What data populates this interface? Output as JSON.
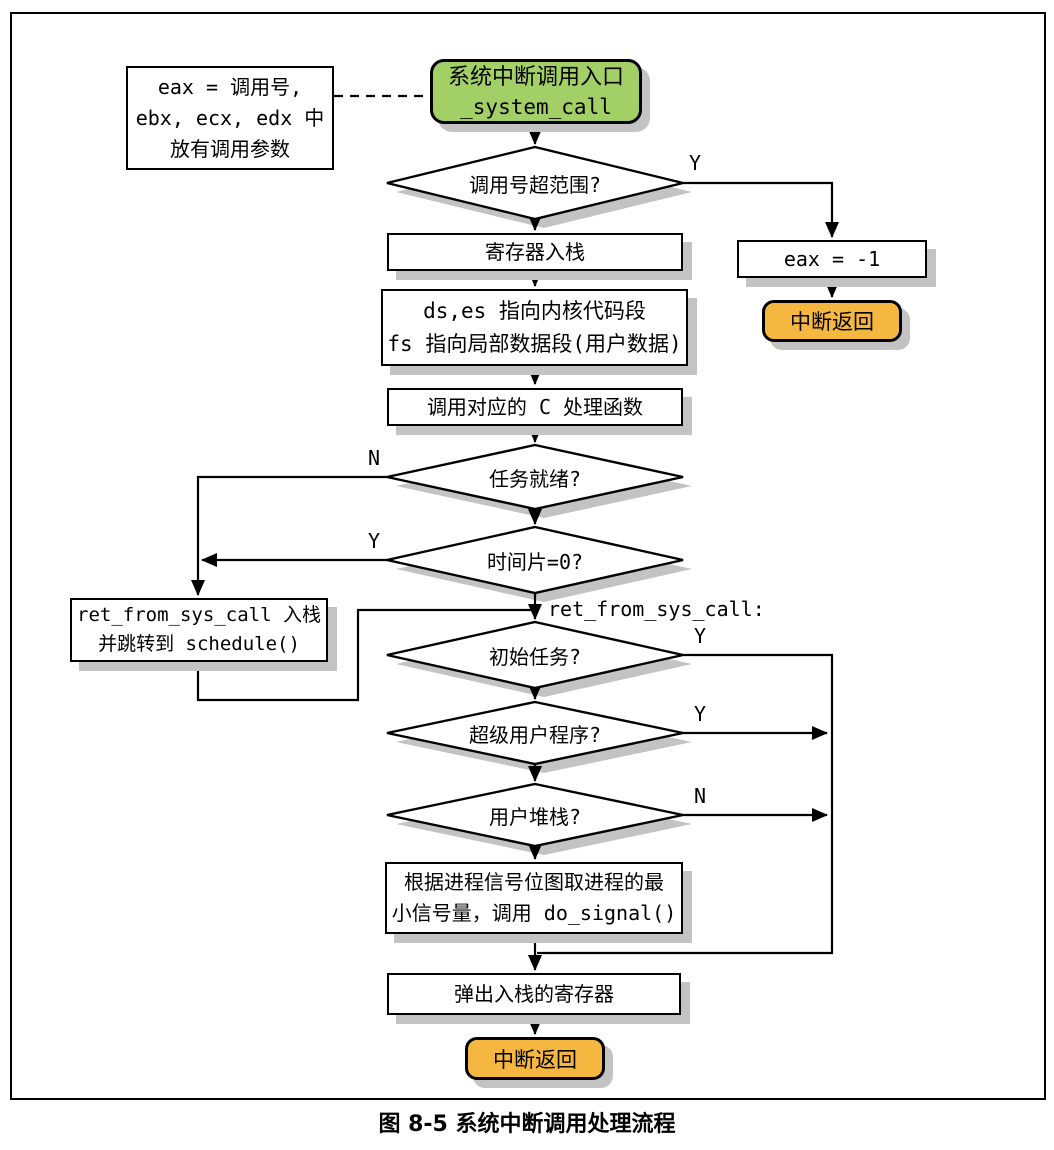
{
  "figure": {
    "caption": "图 8-5 系统中断调用处理流程"
  },
  "colors": {
    "green": "#a2d066",
    "orange": "#f5b73f",
    "shadow": "#c3c3c3"
  },
  "nodes": {
    "note": {
      "line1": "eax = 调用号,",
      "line2": "ebx, ecx, edx 中",
      "line3": "放有调用参数"
    },
    "entry": {
      "line1": "系统中断调用入口",
      "line2": "_system_call"
    },
    "decision_range": {
      "label": "调用号超范围?"
    },
    "push_regs": {
      "label": "寄存器入栈"
    },
    "segments": {
      "line1": "ds,es 指向内核代码段",
      "line2": "fs 指向局部数据段(用户数据)"
    },
    "call_c": {
      "label": "调用对应的 C 处理函数"
    },
    "decision_ready": {
      "label": "任务就绪?"
    },
    "decision_timeslice": {
      "label": "时间片=0?"
    },
    "schedule": {
      "line1": "ret_from_sys_call 入栈",
      "line2": "并跳转到 schedule()"
    },
    "decision_init_task": {
      "label": "初始任务?"
    },
    "decision_superuser": {
      "label": "超级用户程序?"
    },
    "decision_user_stack": {
      "label": "用户堆栈?"
    },
    "do_signal": {
      "line1": "根据进程信号位图取进程的最",
      "line2": "小信号量，调用 do_signal()"
    },
    "pop_regs": {
      "label": "弹出入栈的寄存器"
    },
    "eax_neg1": {
      "label": "eax = -1"
    },
    "iret_right": {
      "label": "中断返回"
    },
    "iret_bottom": {
      "label": "中断返回"
    }
  },
  "edge_labels": {
    "range_yes": "Y",
    "ready_no": "N",
    "timeslice_yes": "Y",
    "init_yes": "Y",
    "superuser_yes": "Y",
    "user_stack_no": "N",
    "ret_from_sys_call": "ret_from_sys_call:"
  }
}
